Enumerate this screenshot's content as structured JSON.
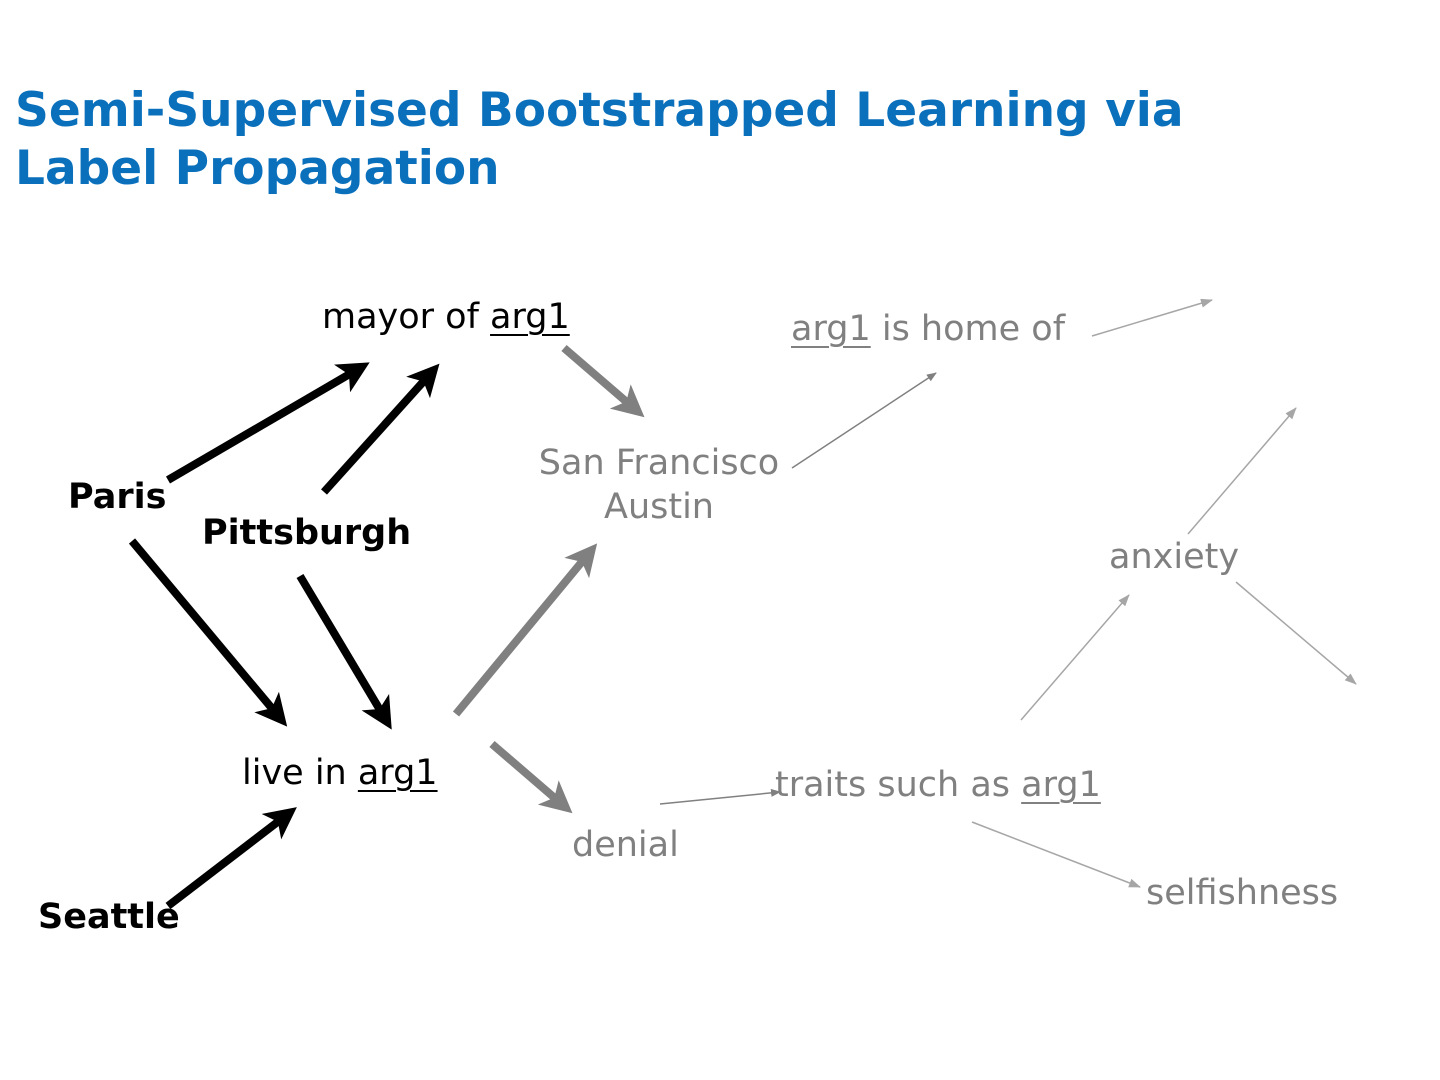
{
  "title": {
    "line1": "Semi-Supervised Bootstrapped Learning via",
    "line2": "Label Propagation",
    "color": "#0a70bc"
  },
  "colors": {
    "seed": "#000000",
    "learned": "#808080",
    "faint_edge": "#a6a6a6"
  },
  "seeds": {
    "paris": "Paris",
    "pittsburgh": "Pittsburgh",
    "seattle": "Seattle"
  },
  "patterns": {
    "mayor_of": {
      "prefix": "mayor of ",
      "arg": "arg1"
    },
    "live_in": {
      "prefix": "live in ",
      "arg": "arg1"
    },
    "is_home_of": {
      "arg": "arg1",
      "suffix": " is home of"
    },
    "traits_such_as": {
      "prefix": "traits such as ",
      "arg": "arg1"
    }
  },
  "instances": {
    "san_francisco": "San Francisco",
    "austin": "Austin",
    "denial": "denial",
    "anxiety": "anxiety",
    "selfishness": "selfishness"
  },
  "edges": [
    {
      "from": "Paris",
      "to": "mayor of arg1",
      "style": "thick-black"
    },
    {
      "from": "Pittsburgh",
      "to": "mayor of arg1",
      "style": "thick-black"
    },
    {
      "from": "Paris",
      "to": "live in arg1",
      "style": "thick-black"
    },
    {
      "from": "Pittsburgh",
      "to": "live in arg1",
      "style": "thick-black"
    },
    {
      "from": "Seattle",
      "to": "live in arg1",
      "style": "thick-black"
    },
    {
      "from": "mayor of arg1",
      "to": "San Francisco / Austin",
      "style": "thick-gray"
    },
    {
      "from": "live in arg1",
      "to": "San Francisco / Austin",
      "style": "thick-gray"
    },
    {
      "from": "live in arg1",
      "to": "denial",
      "style": "thick-gray"
    },
    {
      "from": "San Francisco / Austin",
      "to": "arg1 is home of",
      "style": "thin-gray"
    },
    {
      "from": "arg1 is home of",
      "to": "(offscreen)",
      "style": "thin-light"
    },
    {
      "from": "denial",
      "to": "traits such as arg1",
      "style": "thin-gray"
    },
    {
      "from": "traits such as arg1",
      "to": "anxiety",
      "style": "thin-light"
    },
    {
      "from": "traits such as arg1",
      "to": "selfishness",
      "style": "thin-light"
    },
    {
      "from": "anxiety",
      "to": "(offscreen up)",
      "style": "thin-light"
    },
    {
      "from": "anxiety",
      "to": "(offscreen down)",
      "style": "thin-light"
    }
  ]
}
